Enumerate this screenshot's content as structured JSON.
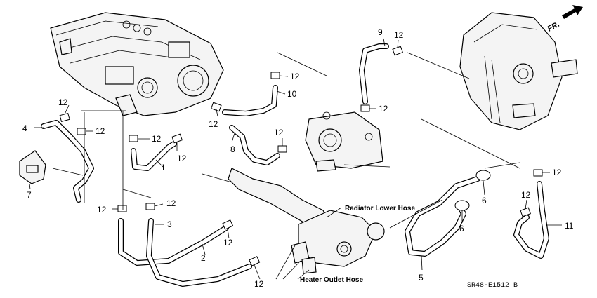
{
  "callouts": {
    "c1": "1",
    "c2": "2",
    "c3": "3",
    "c4": "4",
    "c5": "5",
    "c6": "6",
    "c6b": "6",
    "c7": "7",
    "c8": "8",
    "c9": "9",
    "c10": "10",
    "c11": "11",
    "c12": "12"
  },
  "labels": {
    "radiator_lower_hose": "Radiator Lower Hose",
    "heater_outlet_hose": "Heater Outlet Hose",
    "front_indicator": "FR.",
    "diagram_code": "SR48-E1512 B"
  }
}
